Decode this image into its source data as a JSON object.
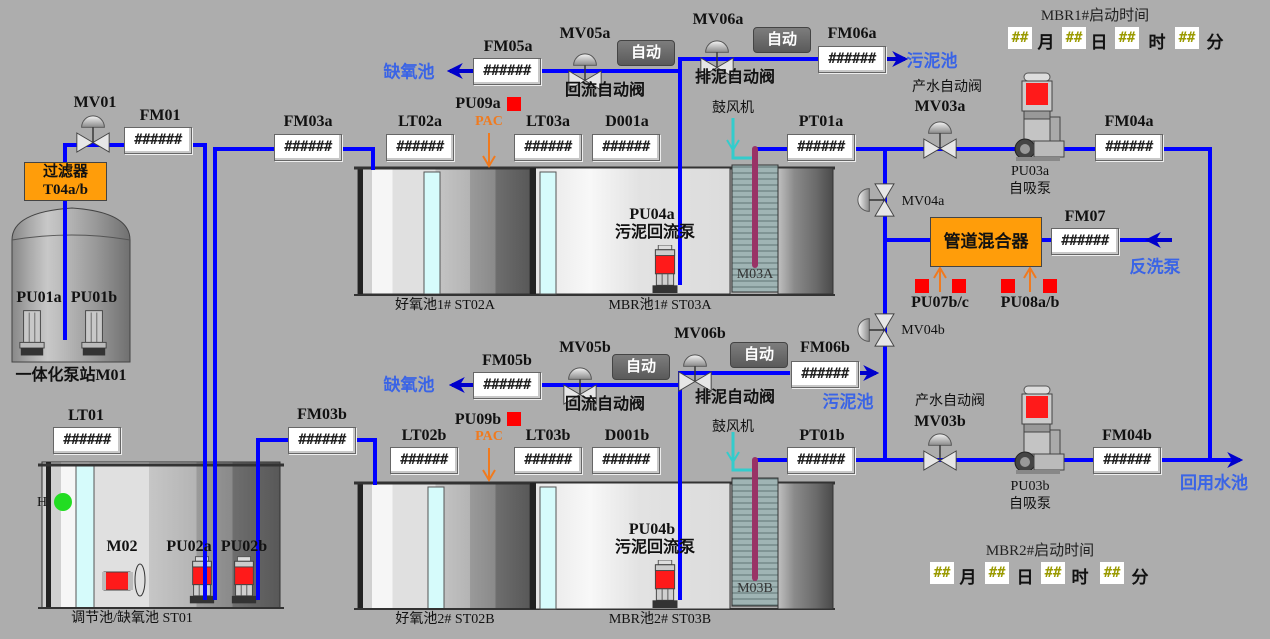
{
  "colors": {
    "pipe": "#0000ff",
    "background": "#adadad",
    "orange_box": "#ff9d0a",
    "alarm_red": "#ff0000",
    "level_green": "#22cc22",
    "hint_blue": "#3a64e6"
  },
  "mbr1_time": {
    "title": "MBR1#启动时间",
    "month": "##",
    "month_unit": "月",
    "day": "##",
    "day_unit": "日",
    "hour": "##",
    "hour_unit": "时",
    "minute": "##",
    "minute_unit": "分"
  },
  "mbr2_time": {
    "title": "MBR2#启动时间",
    "month": "##",
    "month_unit": "月",
    "day": "##",
    "day_unit": "日",
    "hour": "##",
    "hour_unit": "时",
    "minute": "##",
    "minute_unit": "分"
  },
  "meters": {
    "FM01": {
      "label": "FM01",
      "value": "######"
    },
    "FM03a": {
      "label": "FM03a",
      "value": "######"
    },
    "LT02a": {
      "label": "LT02a",
      "value": "######"
    },
    "LT03a": {
      "label": "LT03a",
      "value": "######"
    },
    "D001a": {
      "label": "D001a",
      "value": "######"
    },
    "FM05a": {
      "label": "FM05a",
      "value": "######"
    },
    "FM06a": {
      "label": "FM06a",
      "value": "######"
    },
    "PT01a": {
      "label": "PT01a",
      "value": "######"
    },
    "FM04a": {
      "label": "FM04a",
      "value": "######"
    },
    "FM07": {
      "label": "FM07",
      "value": "######"
    },
    "LT01": {
      "label": "LT01",
      "value": "######"
    },
    "FM03b": {
      "label": "FM03b",
      "value": "######"
    },
    "LT02b": {
      "label": "LT02b",
      "value": "######"
    },
    "LT03b": {
      "label": "LT03b",
      "value": "######"
    },
    "D001b": {
      "label": "D001b",
      "value": "######"
    },
    "FM05b": {
      "label": "FM05b",
      "value": "######"
    },
    "FM06b": {
      "label": "FM06b",
      "value": "######"
    },
    "PT01b": {
      "label": "PT01b",
      "value": "######"
    },
    "FM04b": {
      "label": "FM04b",
      "value": "######"
    }
  },
  "valves": {
    "MV01": "MV01",
    "MV05a": "MV05a",
    "MV06a": "MV06a",
    "MV03a": "MV03a",
    "MV04a": "MV04a",
    "MV04b": "MV04b",
    "MV05b": "MV05b",
    "MV06b": "MV06b",
    "MV03b": "MV03b"
  },
  "valve_names": {
    "return_valve": "回流自动阀",
    "sludge_valve": "排泥自动阀",
    "product_valve": "产水自动阀"
  },
  "auto_buttons": {
    "mv05a": "自动",
    "mv06a": "自动",
    "mv05b": "自动",
    "mv06b": "自动"
  },
  "equipment": {
    "filter_line1": "过滤器",
    "filter_line2": "T04a/b",
    "pump_station": "一体化泵站M01",
    "PU01a": "PU01a",
    "PU01b": "PU01b",
    "PU09a": "PU09a",
    "PU09b": "PU09b",
    "pac": "PAC",
    "PU04a": "PU04a",
    "PU04b": "PU04b",
    "sludge_return_pump": "污泥回流泵",
    "blower": "鼓风机",
    "M03A": "M03A",
    "M03B": "M03B",
    "PU03a": "PU03a",
    "PU03b": "PU03b",
    "self_priming_pump": "自吸泵",
    "mixer": "管道混合器",
    "PU07": "PU07b/c",
    "PU08": "PU08a/b",
    "M02": "M02",
    "PU02a": "PU02a",
    "PU02b": "PU02b",
    "level_H": "H"
  },
  "tanks": {
    "ST01": "调节池/缺氧池  ST01",
    "ST02A": "好氧池1#  ST02A",
    "ST03A": "MBR池1#  ST03A",
    "ST02B": "好氧池2#  ST02B",
    "ST03B": "MBR池2#  ST03B"
  },
  "destinations": {
    "anoxic_a": "缺氧池",
    "sludge_a": "污泥池",
    "anoxic_b": "缺氧池",
    "sludge_b": "污泥池",
    "backwash_pump": "反洗泵",
    "reuse_pool": "回用水池"
  }
}
